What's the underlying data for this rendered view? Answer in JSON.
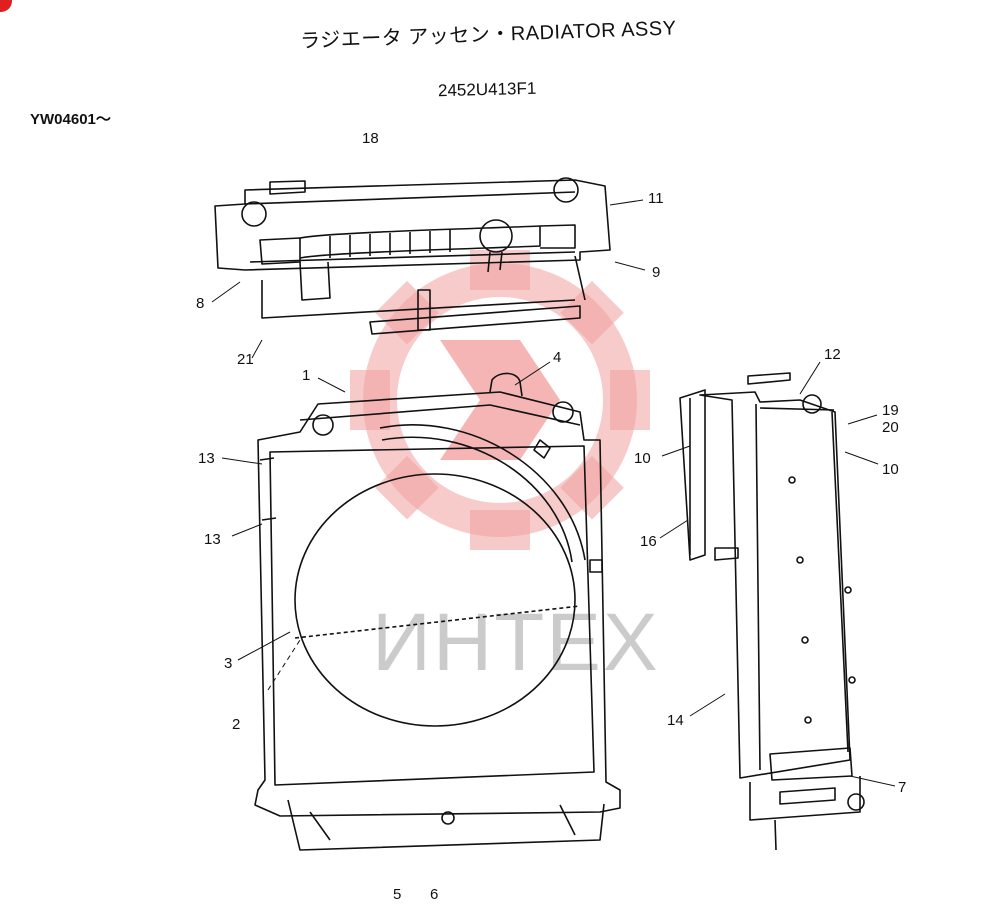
{
  "header": {
    "title": "ラジエータ アッセン・RADIATOR ASSY",
    "part_number": "2452U413F1",
    "serial_range": "YW04601〜"
  },
  "watermark": {
    "text": "ИНТЕХ",
    "color": "#e83a3a"
  },
  "callouts": [
    {
      "id": "c18",
      "text": "18"
    },
    {
      "id": "c11",
      "text": "11"
    },
    {
      "id": "c9",
      "text": "9"
    },
    {
      "id": "c8",
      "text": "8"
    },
    {
      "id": "c21",
      "text": "21"
    },
    {
      "id": "c4",
      "text": "4"
    },
    {
      "id": "c1",
      "text": "1"
    },
    {
      "id": "c12",
      "text": "12"
    },
    {
      "id": "c19",
      "text": "19"
    },
    {
      "id": "c20",
      "text": "20"
    },
    {
      "id": "c10a",
      "text": "10"
    },
    {
      "id": "c10b",
      "text": "10"
    },
    {
      "id": "c13a",
      "text": "13"
    },
    {
      "id": "c13b",
      "text": "13"
    },
    {
      "id": "c16",
      "text": "16"
    },
    {
      "id": "c3",
      "text": "3"
    },
    {
      "id": "c2",
      "text": "2"
    },
    {
      "id": "c14",
      "text": "14"
    },
    {
      "id": "c7",
      "text": "7"
    },
    {
      "id": "c5",
      "text": "5"
    },
    {
      "id": "c6",
      "text": "6"
    }
  ]
}
